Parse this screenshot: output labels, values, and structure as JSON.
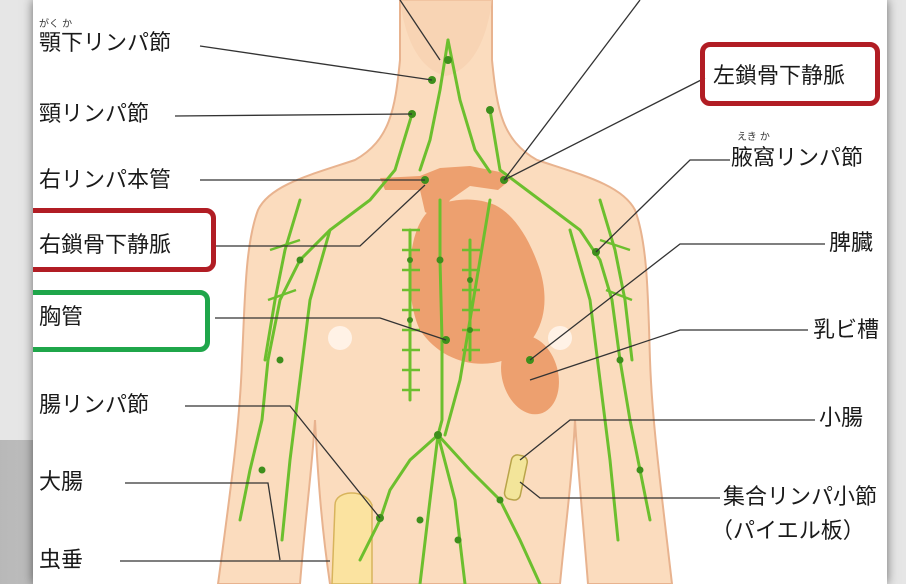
{
  "labels": {
    "submandibular": "顎下リンパ節",
    "submandibular_ruby": "がく か",
    "cervical": "頸リンパ節",
    "right_lymph_duct": "右リンパ本管",
    "right_subclavian": "右鎖骨下静脈",
    "thoracic_duct": "胸管",
    "intestinal": "腸リンパ節",
    "large_intestine": "大腸",
    "appendix": "虫垂",
    "left_subclavian": "左鎖骨下静脈",
    "axillary": "腋窩リンパ節",
    "axillary_ruby": "えき か",
    "spleen": "脾臓",
    "cisterna_chyli": "乳ビ槽",
    "small_intestine": "小腸",
    "peyer_line1": "集合リンパ小節",
    "peyer_line2": "（パイエル板）"
  },
  "highlights": [
    {
      "target": "right_subclavian",
      "color": "#b11d24"
    },
    {
      "target": "left_subclavian",
      "color": "#b11d24"
    },
    {
      "target": "thoracic_duct",
      "color": "#1fa64a"
    }
  ],
  "colors": {
    "skin": "#fbdcbe",
    "skin_outline": "#e8b38f",
    "organ": "#eda06f",
    "vessel": "#6cbf2e",
    "node": "#3e8f1c",
    "leader": "#333333"
  }
}
